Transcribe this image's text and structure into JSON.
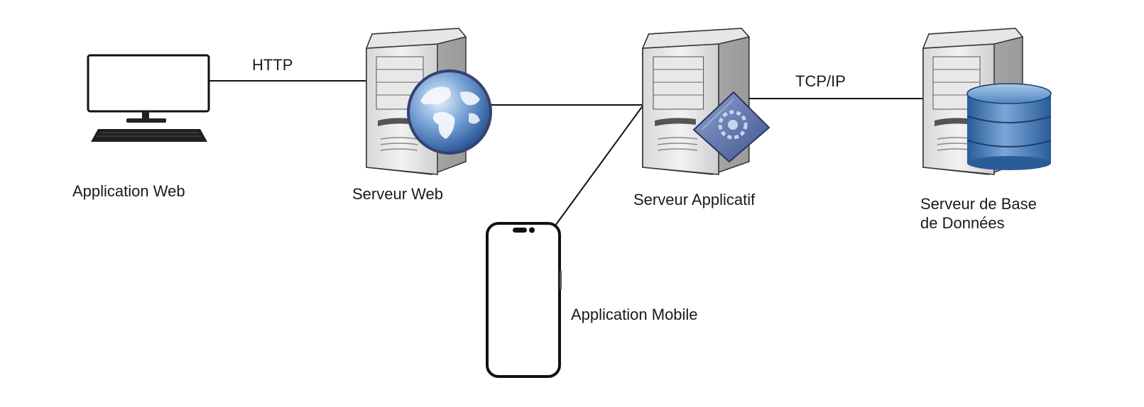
{
  "nodes": {
    "web_client": {
      "label": "Application Web",
      "icon": "desktop-computer-icon"
    },
    "web_server": {
      "label": "Serveur Web",
      "icon": "web-server-globe-icon"
    },
    "app_server": {
      "label": "Serveur Applicatif",
      "icon": "application-server-gear-icon"
    },
    "db_server": {
      "label_line1": "Serveur de Base",
      "label_line2": "de Données",
      "icon": "database-server-icon"
    },
    "mobile": {
      "label": "Application Mobile",
      "icon": "smartphone-icon"
    }
  },
  "edges": {
    "http": {
      "label": "HTTP"
    },
    "tcpip": {
      "label": "TCP/IP"
    }
  },
  "colors": {
    "line": "#111111",
    "globe_blue": "#2f6bb5",
    "db_blue": "#3f78b8",
    "gear_panel": "#5f74a8"
  }
}
